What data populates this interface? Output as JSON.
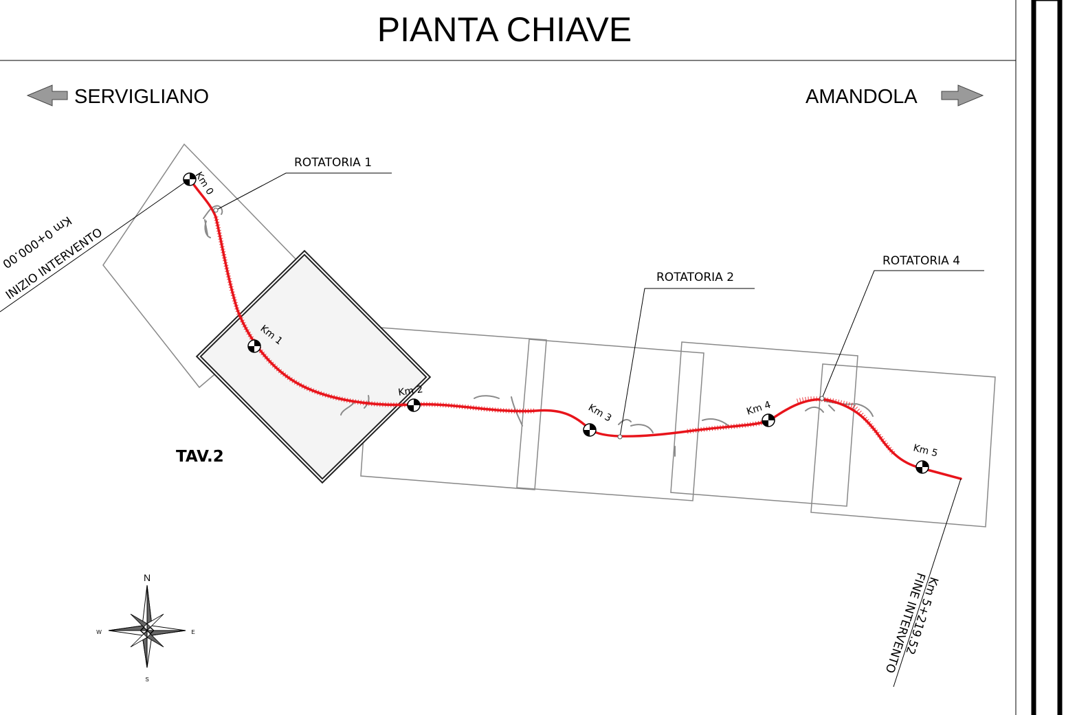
{
  "title": "PIANTA CHIAVE",
  "directions": {
    "west": "SERVIGLIANO",
    "east": "AMANDOLA"
  },
  "start": {
    "line1": "INIZIO INTERVENTO",
    "line2": "Km 0+000.00"
  },
  "end": {
    "line1": "FINE INTERVENTO",
    "line2": "Km 5+219.52"
  },
  "roundabouts": [
    "ROTATORIA 1",
    "ROTATORIA 2",
    "ROTATORIA 4"
  ],
  "km_markers": [
    "Km 0",
    "Km 1",
    "Km 2",
    "Km 3",
    "Km 4",
    "Km 5"
  ],
  "sheet_label": "TAV.2",
  "compass": {
    "n": "N",
    "s": "S",
    "e": "E",
    "w": "W"
  },
  "colors": {
    "route": "#e8141b",
    "frames": "#888888",
    "ink": "#000000",
    "highlight_fill": "#f4f4f4"
  }
}
